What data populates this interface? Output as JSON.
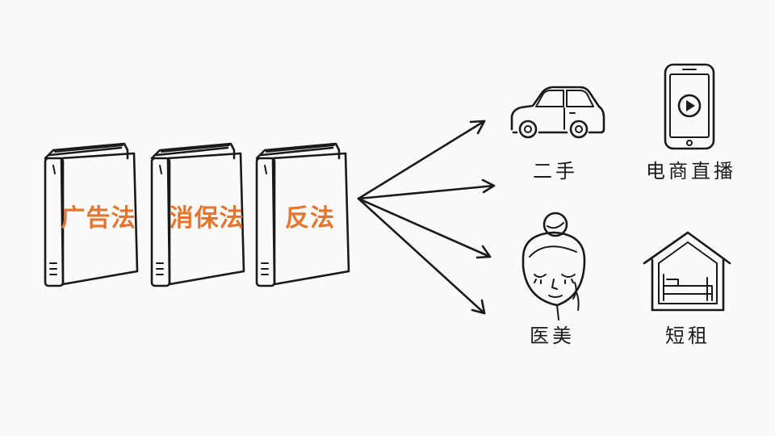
{
  "colors": {
    "ink": "#1a1a1a",
    "accent": "#e8742c",
    "background": "#fafafa",
    "book_fill": "#ffffff"
  },
  "books": [
    {
      "label": "广告法",
      "icon": "book-icon"
    },
    {
      "label": "消保法",
      "icon": "book-icon"
    },
    {
      "label": "反法",
      "icon": "book-icon"
    }
  ],
  "targets": [
    {
      "label": "二手",
      "icon": "car-icon"
    },
    {
      "label": "电商直播",
      "icon": "phone-video-icon"
    },
    {
      "label": "医美",
      "icon": "face-icon"
    },
    {
      "label": "短租",
      "icon": "house-bed-icon"
    }
  ]
}
